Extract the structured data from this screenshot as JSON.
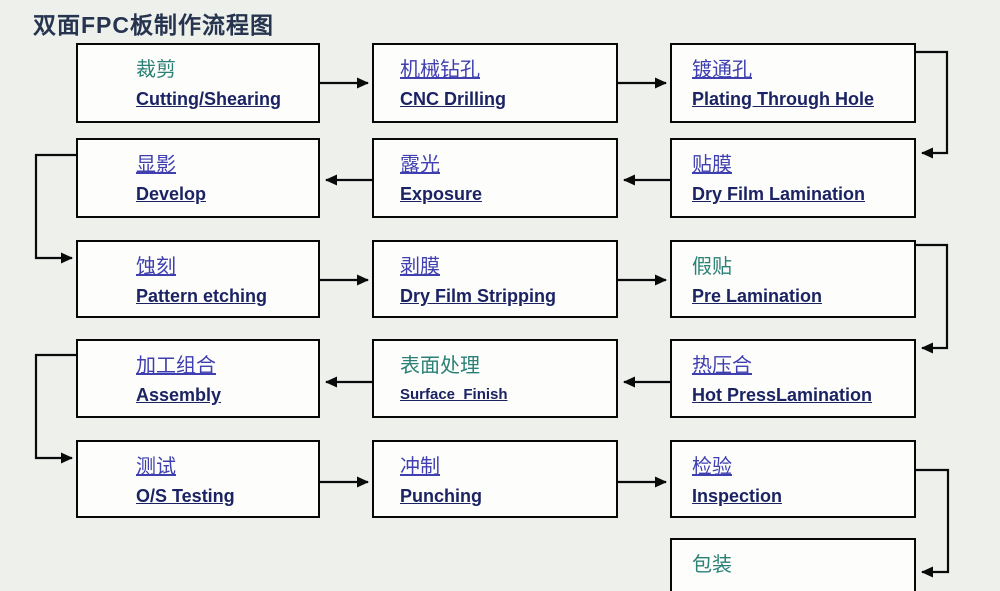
{
  "title": "双面FPC板制作流程图",
  "colors": {
    "title": "#26344f",
    "chinese_blue": "#3f3fb0",
    "chinese_teal": "#2b8075",
    "english_navy": "#1b2363",
    "box_border": "#000000",
    "background": "#eef0ec",
    "arrow": "#0a0a0a"
  },
  "flow_order_note": "serpentine flow: row1 left-to-right, row2 right-to-left, row3 left-to-right, row4 right-to-left, row5 left-to-right, then down to packing",
  "boxes": [
    {
      "id": "cutting",
      "cn": "裁剪",
      "en": "Cutting/Shearing"
    },
    {
      "id": "cnc-drilling",
      "cn": "机械钻孔",
      "en": "CNC Drilling"
    },
    {
      "id": "plating-through-hole",
      "cn": "镀通孔",
      "en": "Plating Through Hole"
    },
    {
      "id": "develop",
      "cn": "显影",
      "en": "Develop"
    },
    {
      "id": "exposure",
      "cn": "露光",
      "en": "Exposure"
    },
    {
      "id": "dry-film-lamination",
      "cn": "贴膜",
      "en": "Dry Film Lamination"
    },
    {
      "id": "pattern-etching",
      "cn": "蚀刻",
      "en": "Pattern etching"
    },
    {
      "id": "dry-film-stripping",
      "cn": "剥膜",
      "en": "Dry Film Stripping"
    },
    {
      "id": "pre-lamination",
      "cn": "假贴",
      "en": "Pre Lamination"
    },
    {
      "id": "assembly",
      "cn": "加工组合",
      "en": "Assembly"
    },
    {
      "id": "surface-finish",
      "cn": "表面处理",
      "en": "Surface  Finish"
    },
    {
      "id": "hot-press-lamination",
      "cn": "热压合",
      "en": "Hot PressLamination"
    },
    {
      "id": "os-testing",
      "cn": "测试",
      "en": "O/S Testing"
    },
    {
      "id": "punching",
      "cn": "冲制",
      "en": "Punching"
    },
    {
      "id": "inspection",
      "cn": "检验",
      "en": "Inspection"
    },
    {
      "id": "packing",
      "cn": "包装",
      "en": ""
    }
  ]
}
